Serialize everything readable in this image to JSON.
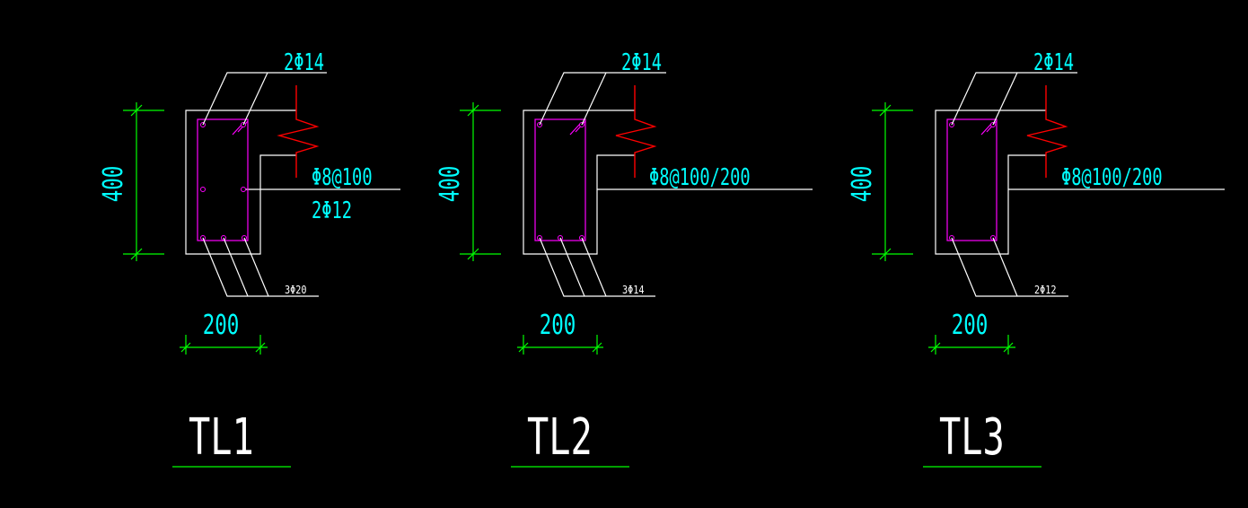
{
  "drawing": {
    "background": "#000000",
    "colors": {
      "outline": "#ffffff",
      "dimension": "#00ff00",
      "stirrup": "#ff00ff",
      "break_line": "#ff0000",
      "text": "#00ffff"
    },
    "sections": [
      {
        "name": "TL1",
        "top_bar_label": "2Φ14",
        "stirrup_label": "Φ8@100",
        "middle_bar_label": "2Φ12",
        "bottom_bar_label": "3Φ20",
        "height_dim": "400",
        "width_dim": "200"
      },
      {
        "name": "TL2",
        "top_bar_label": "2Φ14",
        "stirrup_label": "Φ8@100/200",
        "bottom_bar_label": "3Φ14",
        "height_dim": "400",
        "width_dim": "200"
      },
      {
        "name": "TL3",
        "top_bar_label": "2Φ14",
        "stirrup_label": "Φ8@100/200",
        "bottom_bar_label": "2Φ12",
        "height_dim": "400",
        "width_dim": "200"
      }
    ]
  }
}
